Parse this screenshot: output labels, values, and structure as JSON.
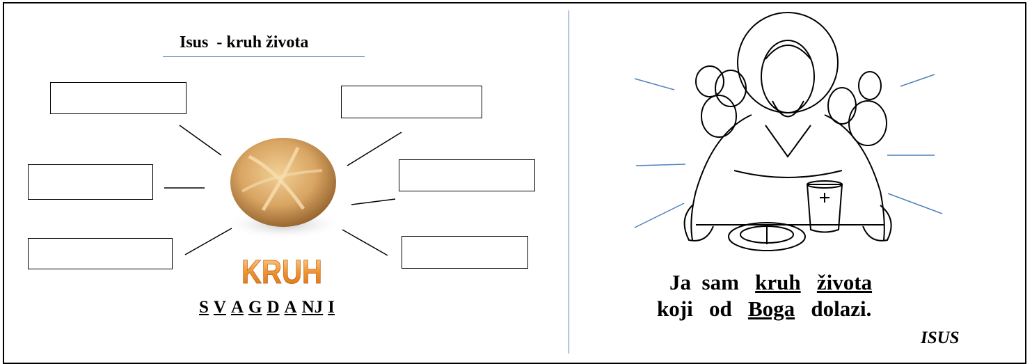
{
  "worksheet": {
    "title": "Isus  - kruh života",
    "logo_text": "KRUH",
    "letters": [
      "S",
      "V",
      "A",
      "G",
      "D",
      "A",
      "NJ",
      "I"
    ],
    "verse_line1": {
      "w1": "Ja",
      "w2": "sam",
      "w3": "kruh",
      "w4": "života"
    },
    "verse_line2": {
      "w1": "koji",
      "w2": "od",
      "w3": "Boga",
      "w4": "dolazi."
    },
    "signature": "ISUS"
  },
  "colors": {
    "accent_line": "#4f81bd",
    "logo_orange": "#f0922e",
    "bread_crust": "#c8934e"
  },
  "icons": {
    "bread": "bread-loaf-image",
    "jesus": "jesus-last-supper-illustration"
  }
}
